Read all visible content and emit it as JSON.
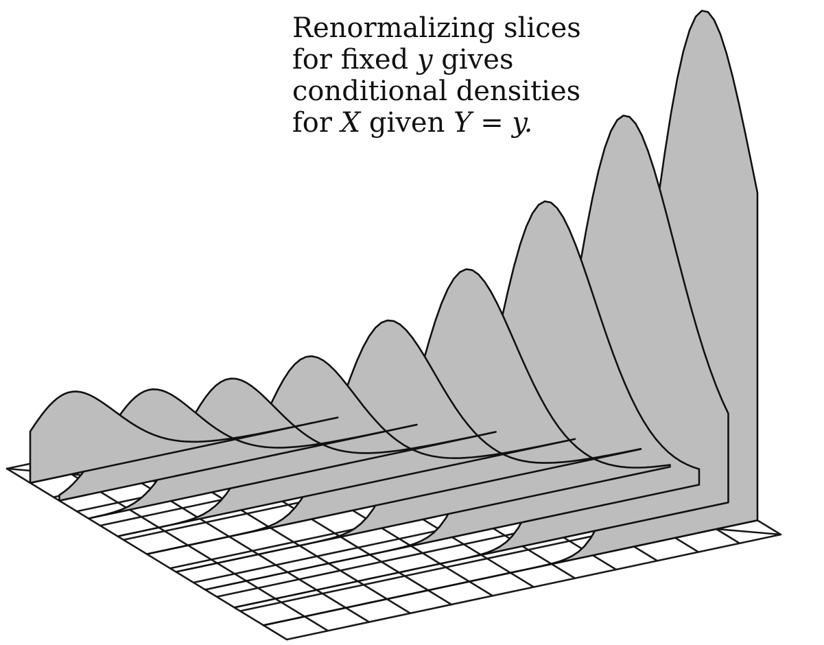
{
  "caption": {
    "line1": "Renormalizing slices",
    "line2_a": "for fixed ",
    "line2_var": "y",
    "line2_b": " gives",
    "line3": "conditional densities",
    "line4_a": "for ",
    "line4_var_x": "X",
    "line4_b": " given ",
    "line4_eq": "Y = y."
  },
  "colors": {
    "slice_fill": "#bdbdbd",
    "line": "#111111",
    "background": "#ffffff"
  },
  "surface": {
    "slices": 9,
    "grid_divisions_per_side": 12
  }
}
